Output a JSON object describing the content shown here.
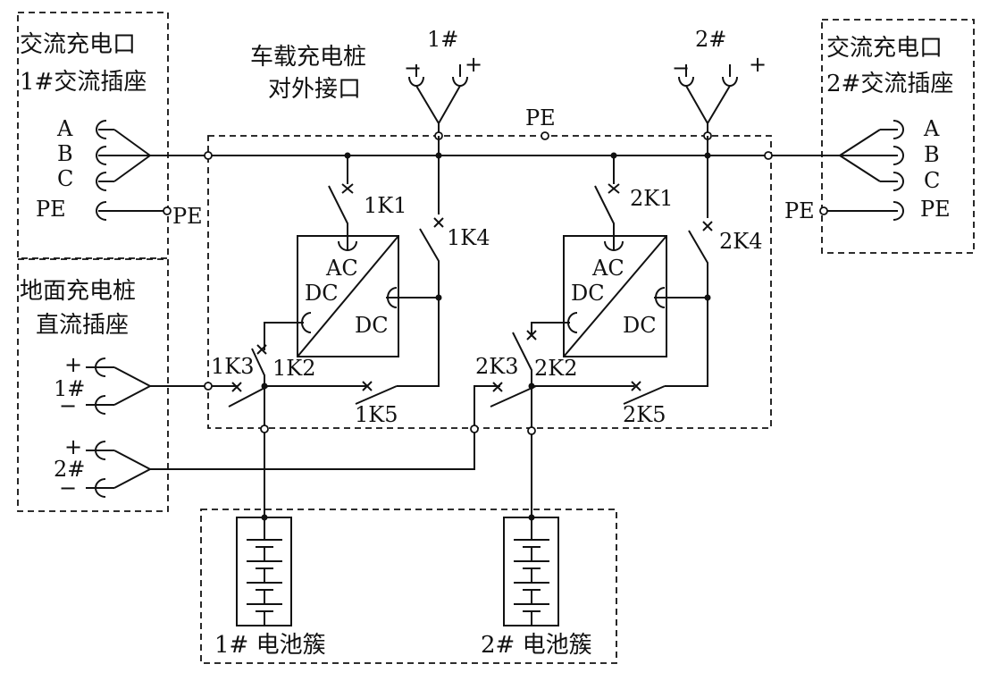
{
  "labels": {
    "ac_port_left": [
      "交流充电口",
      "1#交流插座"
    ],
    "ac_port_right": [
      "交流充电口",
      "2#交流插座"
    ],
    "onboard_charger": [
      "车载充电桩",
      "对外接口"
    ],
    "ground_charger": [
      "地面充电桩",
      "直流插座"
    ],
    "phases": [
      "A",
      "B",
      "C"
    ],
    "pe": "PE",
    "plug_1": "1#",
    "plug_2": "2#",
    "plus": "+",
    "minus": "−",
    "ac": "AC",
    "dc": "DC",
    "battery_1": "1# 电池簇",
    "battery_2": "2# 电池簇"
  },
  "switches": [
    "1K1",
    "1K2",
    "1K3",
    "1K4",
    "1K5",
    "2K1",
    "2K2",
    "2K3",
    "2K4",
    "2K5"
  ]
}
